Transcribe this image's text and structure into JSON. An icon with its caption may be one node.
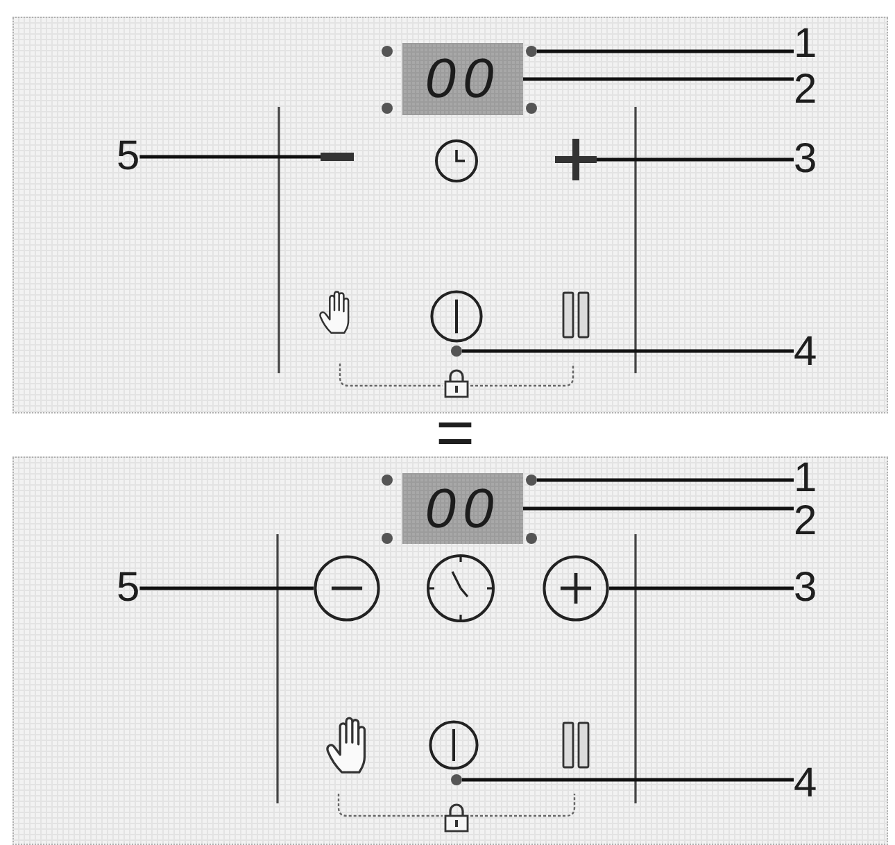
{
  "diagram": {
    "nodes": [
      {
        "text": [],
        "shape": "box"
      },
      {
        "text": [
          "00"
        ],
        "in": 0
      },
      {
        "text": [],
        "shape": "circle",
        "in": 0
      },
      {
        "text": [
          "1"
        ],
        "in": 0
      },
      {
        "text": [
          "2"
        ],
        "in": 0
      },
      {
        "text": [
          "5"
        ],
        "in": 0
      },
      {
        "text": [],
        "shape": "bar",
        "in": 0
      },
      {
        "text": [],
        "shape": "picture",
        "in": 0
      },
      {
        "text": [
          "3"
        ],
        "in": 0
      },
      {
        "text": [],
        "shape": "circle",
        "in": 0
      },
      {
        "text": [
          "4"
        ],
        "in": 0
      },
      {
        "text": [],
        "shape": "box"
      },
      {
        "text": [
          "00"
        ],
        "in": 11
      },
      {
        "text": [],
        "shape": "circle",
        "in": 11
      },
      {
        "text": [
          "1"
        ],
        "in": 11
      },
      {
        "text": [
          "2"
        ],
        "in": 11
      },
      {
        "text": [
          "5"
        ],
        "in": 11
      },
      {
        "text": [],
        "shape": "circle",
        "in": 11
      },
      {
        "text": [],
        "shape": "circle",
        "in": 11
      },
      {
        "text": [
          "3"
        ],
        "in": 11
      },
      {
        "text": [],
        "shape": "circle",
        "in": 11
      },
      {
        "text": [
          "4"
        ],
        "in": 11
      }
    ],
    "edges": [
      {
        "from": 3,
        "to": 2,
        "arrow": "none"
      },
      {
        "from": 4,
        "to": 1,
        "arrow": "none"
      },
      {
        "from": 5,
        "to": 6,
        "arrow": "none"
      },
      {
        "from": 8,
        "to": 7,
        "arrow": "none"
      },
      {
        "from": 10,
        "to": 9,
        "arrow": "none"
      },
      {
        "from": 14,
        "to": 13,
        "arrow": "none"
      },
      {
        "from": 15,
        "to": 12,
        "arrow": "none"
      },
      {
        "from": 16,
        "to": 17,
        "arrow": "none"
      },
      {
        "from": 19,
        "to": 18,
        "arrow": "none"
      },
      {
        "from": 21,
        "to": 20,
        "arrow": "none"
      }
    ],
    "labels": [
      "="
    ]
  }
}
